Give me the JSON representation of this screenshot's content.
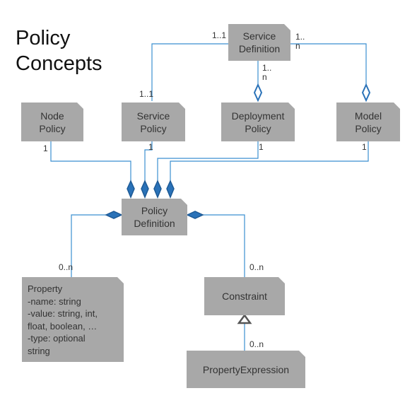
{
  "title": "Policy\nConcepts",
  "boxes": {
    "service_definition": "Service\nDefinition",
    "node_policy": "Node\nPolicy",
    "service_policy": "Service\nPolicy",
    "deployment_policy": "Deployment\nPolicy",
    "model_policy": "Model\nPolicy",
    "policy_definition": "Policy\nDefinition",
    "property": "Property\n-name: string\n-value: string, int,\nfloat, boolean, …\n-type: optional\nstring",
    "constraint": "Constraint",
    "property_expression": "PropertyExpression"
  },
  "multiplicities": {
    "sd_left": "1..1",
    "sd_right": "1..\nn",
    "sd_bottom": "1..\nn",
    "service_policy_top": "1..1",
    "node_policy": "1",
    "service_policy": "1",
    "deployment_policy": "1",
    "model_policy": "1",
    "property": "0..n",
    "constraint_top": "0..n",
    "constraint_bottom": "0..n"
  },
  "colors": {
    "box_fill": "#a8a8a8",
    "line": "#3b8fd0",
    "diamond_fill": "#2a72b8",
    "diamond_stroke": "#1d5a96",
    "generalization": "#555555"
  }
}
